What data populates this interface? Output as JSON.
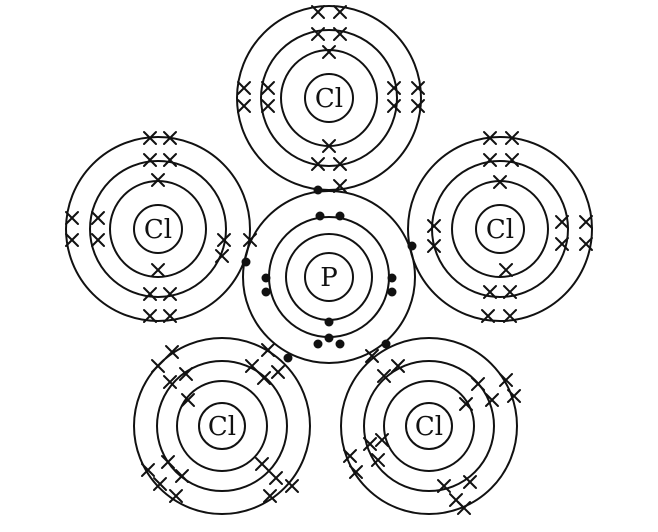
{
  "diagram": {
    "title": "",
    "colors": {
      "line": "#111111",
      "background": "#ffffff"
    },
    "central_atom": {
      "symbol": "P",
      "electron_marker": "dot",
      "shells": 3
    },
    "outer_atoms": [
      {
        "symbol": "Cl",
        "position": "top",
        "electron_marker": "cross",
        "shells": 3
      },
      {
        "symbol": "Cl",
        "position": "upper-left",
        "electron_marker": "cross",
        "shells": 3
      },
      {
        "symbol": "Cl",
        "position": "upper-right",
        "electron_marker": "cross",
        "shells": 3
      },
      {
        "symbol": "Cl",
        "position": "lower-left",
        "electron_marker": "cross",
        "shells": 3
      },
      {
        "symbol": "Cl",
        "position": "lower-right",
        "electron_marker": "cross",
        "shells": 3
      }
    ]
  }
}
